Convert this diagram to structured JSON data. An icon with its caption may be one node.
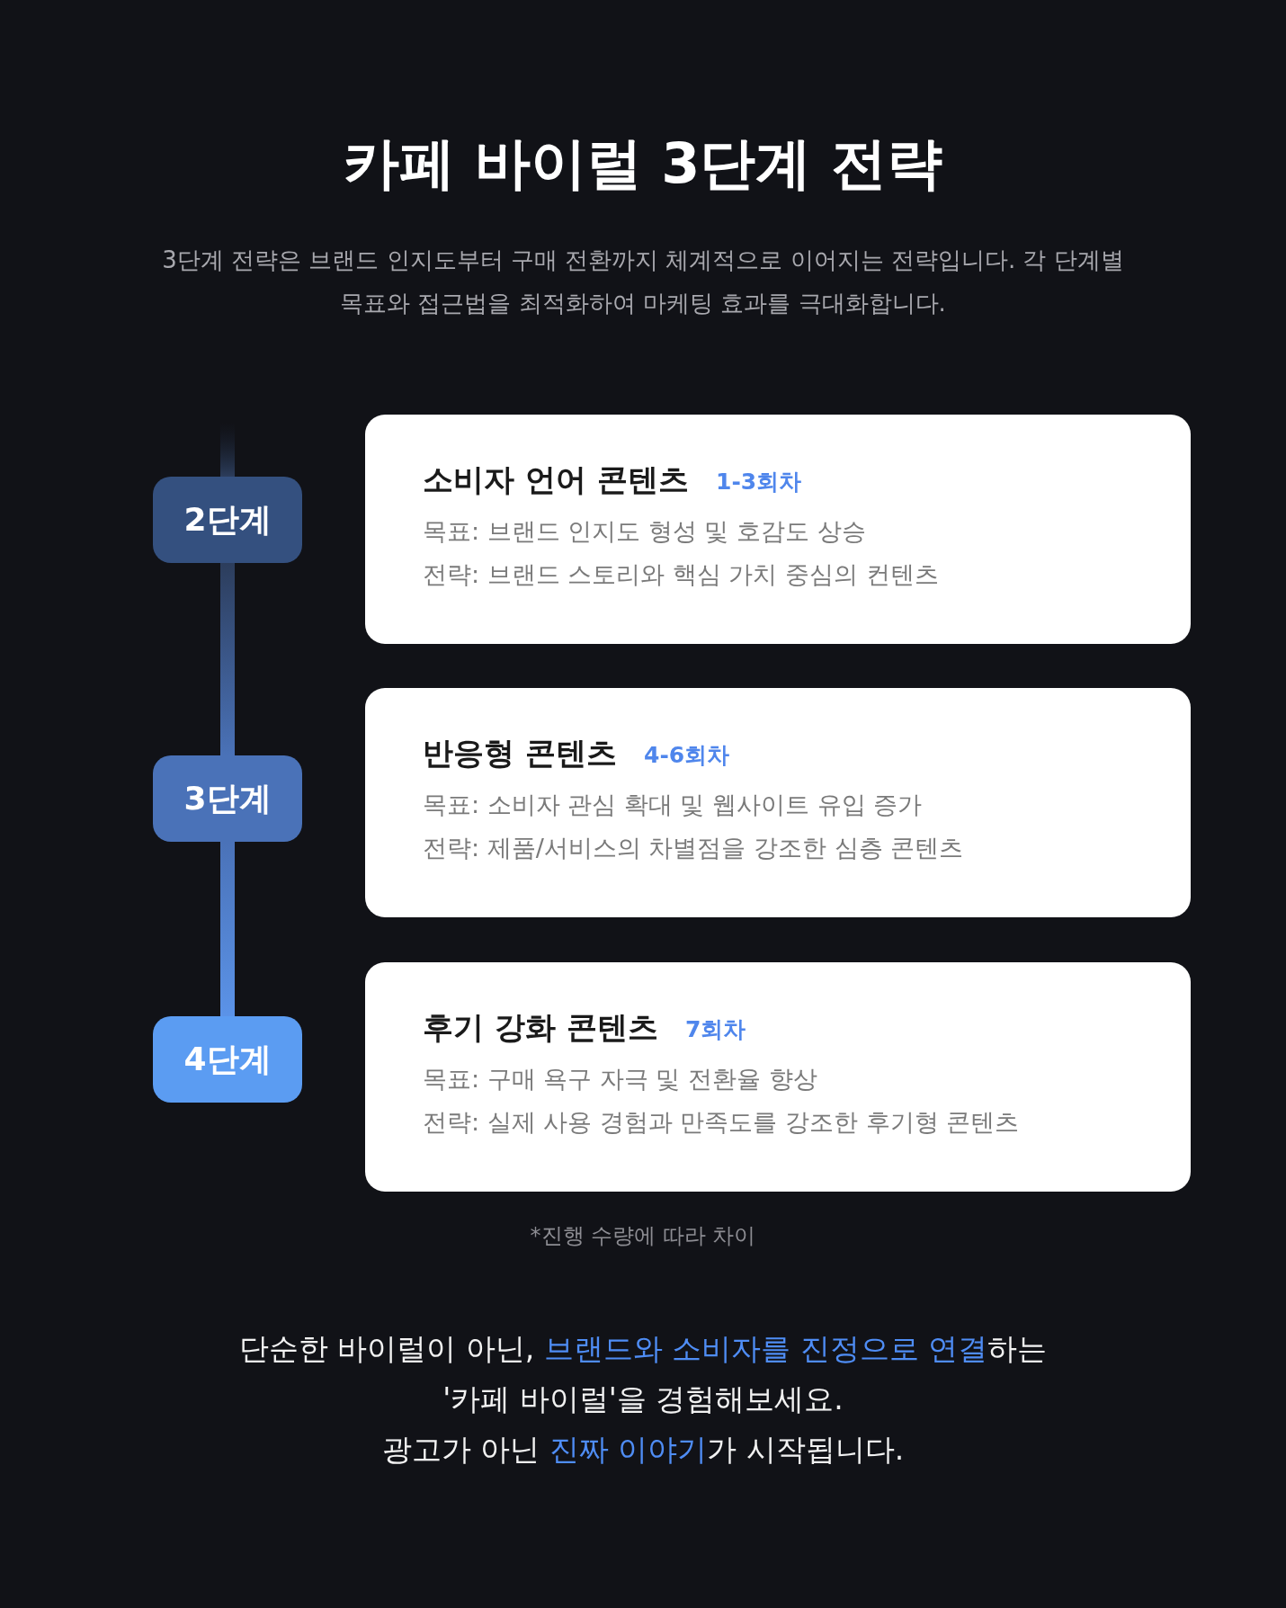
{
  "diagram": {
    "title": "카페 바이럴 3단계 전략",
    "caption": "3단계 전략은 브랜드 인지도부터 구매 전환까지 체계적으로 이어지는 전략입니다. 각 단계별 목표와 접근법을 최적화하여 마케팅 효과를 극대화합니다.",
    "nodes": [
      {
        "text": [
          "2단계"
        ]
      },
      {
        "text": [
          "소비자 언어 콘텐츠",
          "1-3회차",
          "목표: 브랜드 인지도 형성 및 호감도 상승",
          "전략: 브랜드 스토리와 핵심 가치 중심의 컨텐츠"
        ]
      },
      {
        "text": [
          "3단계"
        ]
      },
      {
        "text": [
          "반응형 콘텐츠",
          "4-6회차",
          "목표: 소비자 관심 확대 및 웹사이트 유입 증가",
          "전략: 제품/서비스의 차별점을 강조한 심층 콘텐츠"
        ]
      },
      {
        "text": [
          "4단계"
        ]
      },
      {
        "text": [
          "후기 강화 콘텐츠",
          "7회차",
          "목표: 구매 욕구 자극 및 전환율 향상",
          "전략: 실제 사용 경험과 만족도를 강조한 후기형 콘텐츠"
        ]
      }
    ],
    "edges": [
      {
        "from": null,
        "to": 0,
        "arrow": "none"
      },
      {
        "from": 0,
        "to": 2,
        "arrow": "none"
      },
      {
        "from": 2,
        "to": 4,
        "arrow": "none"
      }
    ],
    "labels": [
      "*진행 수량에 따라 차이",
      "단순한 바이럴이 아닌, **브랜드와 소비자를 진정으로 연결**하는",
      "'카페 바이럴'을 경험해보세요.",
      "광고가 아닌 **진짜 이야기**가 시작됩니다."
    ]
  }
}
